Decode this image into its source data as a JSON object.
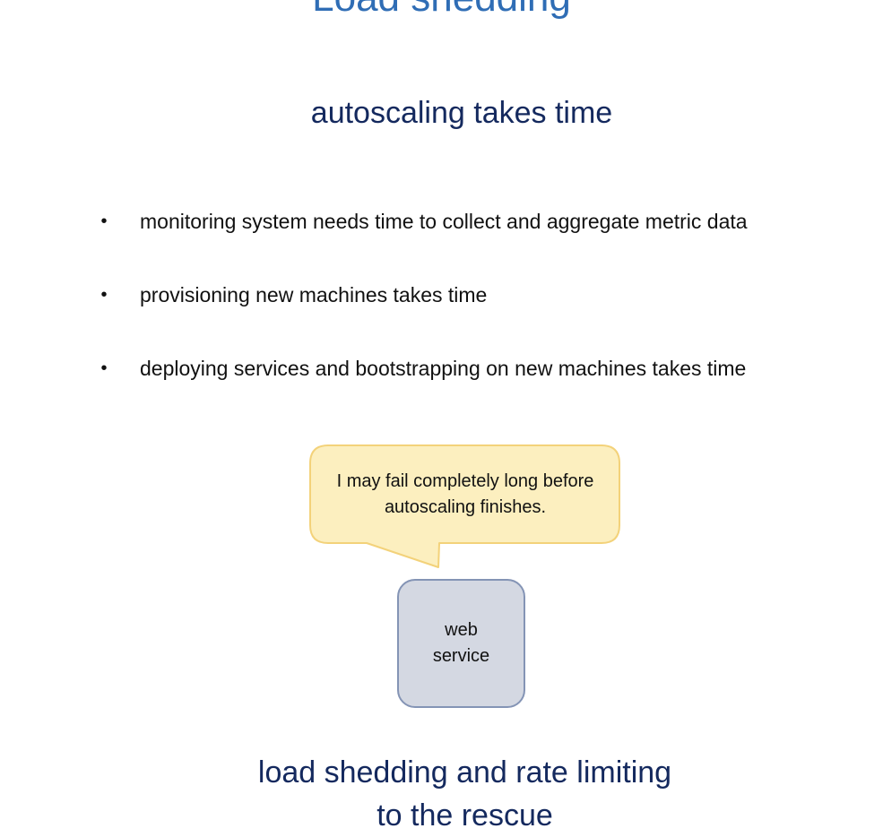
{
  "slide": {
    "title": "Load shedding",
    "subtitle": "autoscaling takes time",
    "bullets": [
      {
        "marker": "•",
        "text": "monitoring system needs time to collect and aggregate metric data"
      },
      {
        "marker": "•",
        "text": "provisioning new machines takes time"
      },
      {
        "marker": "•",
        "text": "deploying services and bootstrapping on new machines takes time"
      }
    ]
  },
  "diagram": {
    "callout_text": "I may fail completely long before autoscaling finishes.",
    "service_label": "web service",
    "colors": {
      "callout_fill": "#fcefbf",
      "callout_border": "#f3d27a",
      "service_fill": "#d4d8e2",
      "service_border": "#8494b5"
    }
  },
  "conclusion": {
    "line1": "load shedding and rate limiting",
    "line2": "to the rescue"
  },
  "colors": {
    "title": "#2f6db5",
    "heading": "#14295e",
    "body_text": "#111111"
  }
}
